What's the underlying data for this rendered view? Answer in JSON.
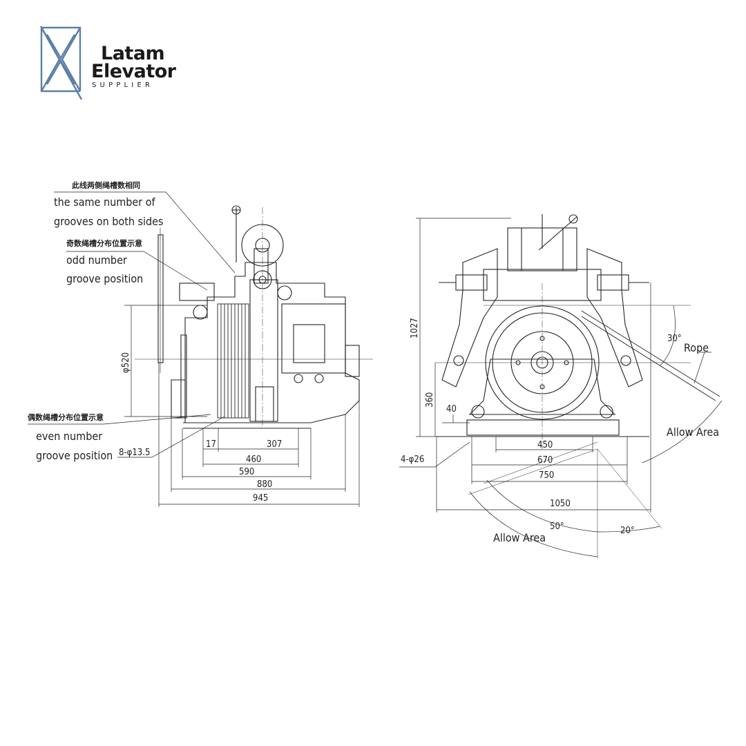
{
  "brand": {
    "name_line1": "Latam",
    "name_line2": "Elevator",
    "tagline": "SUPPLIER",
    "colors": {
      "logo_stroke": "#5b7fa6",
      "text": "#1a1a1a"
    }
  },
  "left_view": {
    "notes": {
      "same_cn": "此线两侧绳槽数相同",
      "same_en_1": "the same number of",
      "same_en_2": "grooves on both sides",
      "odd_cn": "奇数绳槽分布位置示意",
      "odd_en_1": "odd number",
      "odd_en_2": "groove position",
      "even_cn": "偶数绳槽分布位置示意",
      "even_en_1": "even number",
      "even_en_2": "groove position"
    },
    "dims": {
      "d520": "φ520",
      "d17": "17",
      "d307": "307",
      "d460": "460",
      "d590": "590",
      "d880": "880",
      "d945": "945",
      "holes": "8-φ13.5"
    }
  },
  "right_view": {
    "dims": {
      "d1027": "1027",
      "d360": "360",
      "d40": "40",
      "d450": "450",
      "d670": "670",
      "d750": "750",
      "d1050": "1050",
      "holes": "4-φ26",
      "angle30": "30°",
      "angle50": "50°",
      "angle20": "20°"
    },
    "labels": {
      "rope": "Rope",
      "allow_area_right": "Allow Area",
      "allow_area_bottom": "Allow Area"
    }
  }
}
